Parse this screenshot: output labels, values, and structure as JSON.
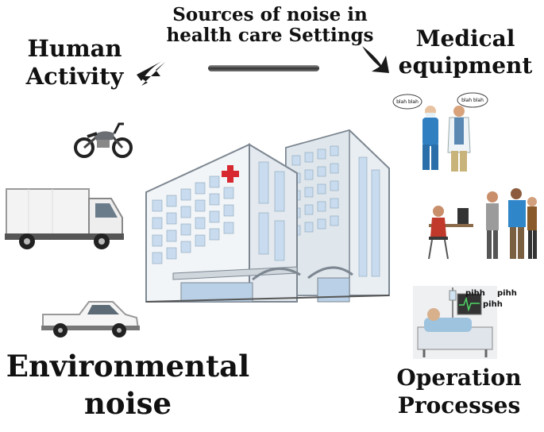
{
  "title": "Sources of noise in health care Settings",
  "labels": {
    "human_activity": "Human Activity",
    "medical_equipment": "Medical equipment",
    "environmental_noise": "Environmental noise",
    "operation_processes": "Operation Processes"
  },
  "speech": {
    "left": "blah blah",
    "right": "blah blah"
  },
  "monitor_sounds": [
    "pihh",
    "pihh",
    "pihh"
  ],
  "colors": {
    "cross": "#d7282f",
    "window": "#c9dcef",
    "scrub": "#2f7fc1"
  }
}
